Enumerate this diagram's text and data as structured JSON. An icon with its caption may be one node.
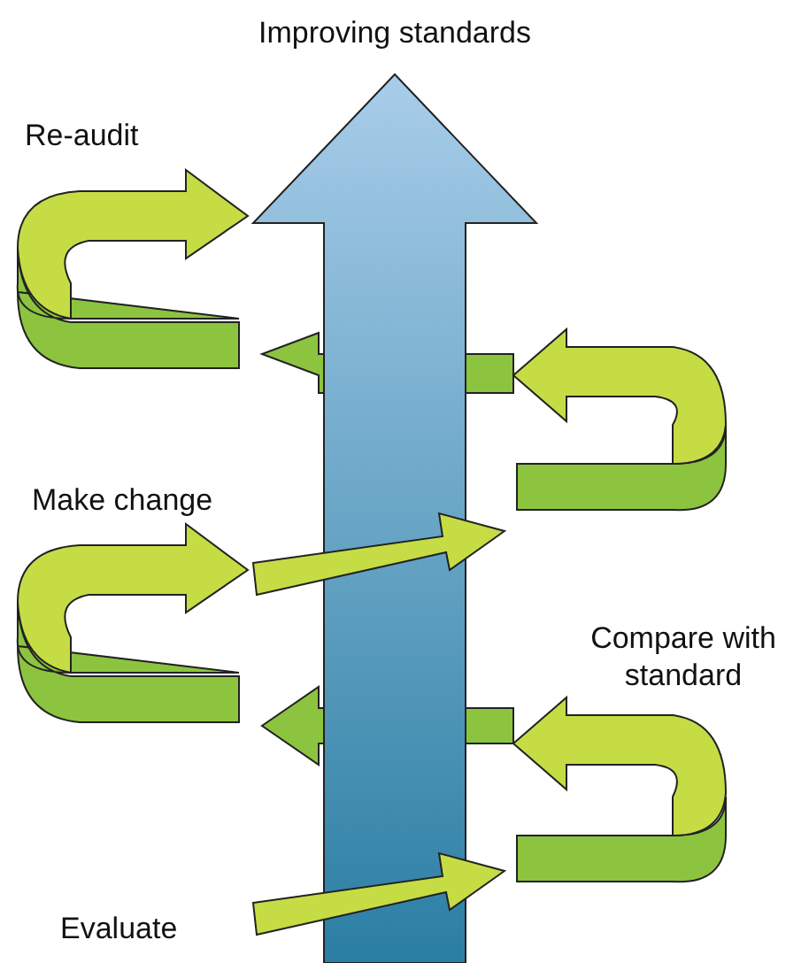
{
  "diagram": {
    "title": "Improving standards",
    "labels": [
      "Re-audit",
      "Make change",
      "Compare with standard",
      "Evaluate"
    ]
  }
}
